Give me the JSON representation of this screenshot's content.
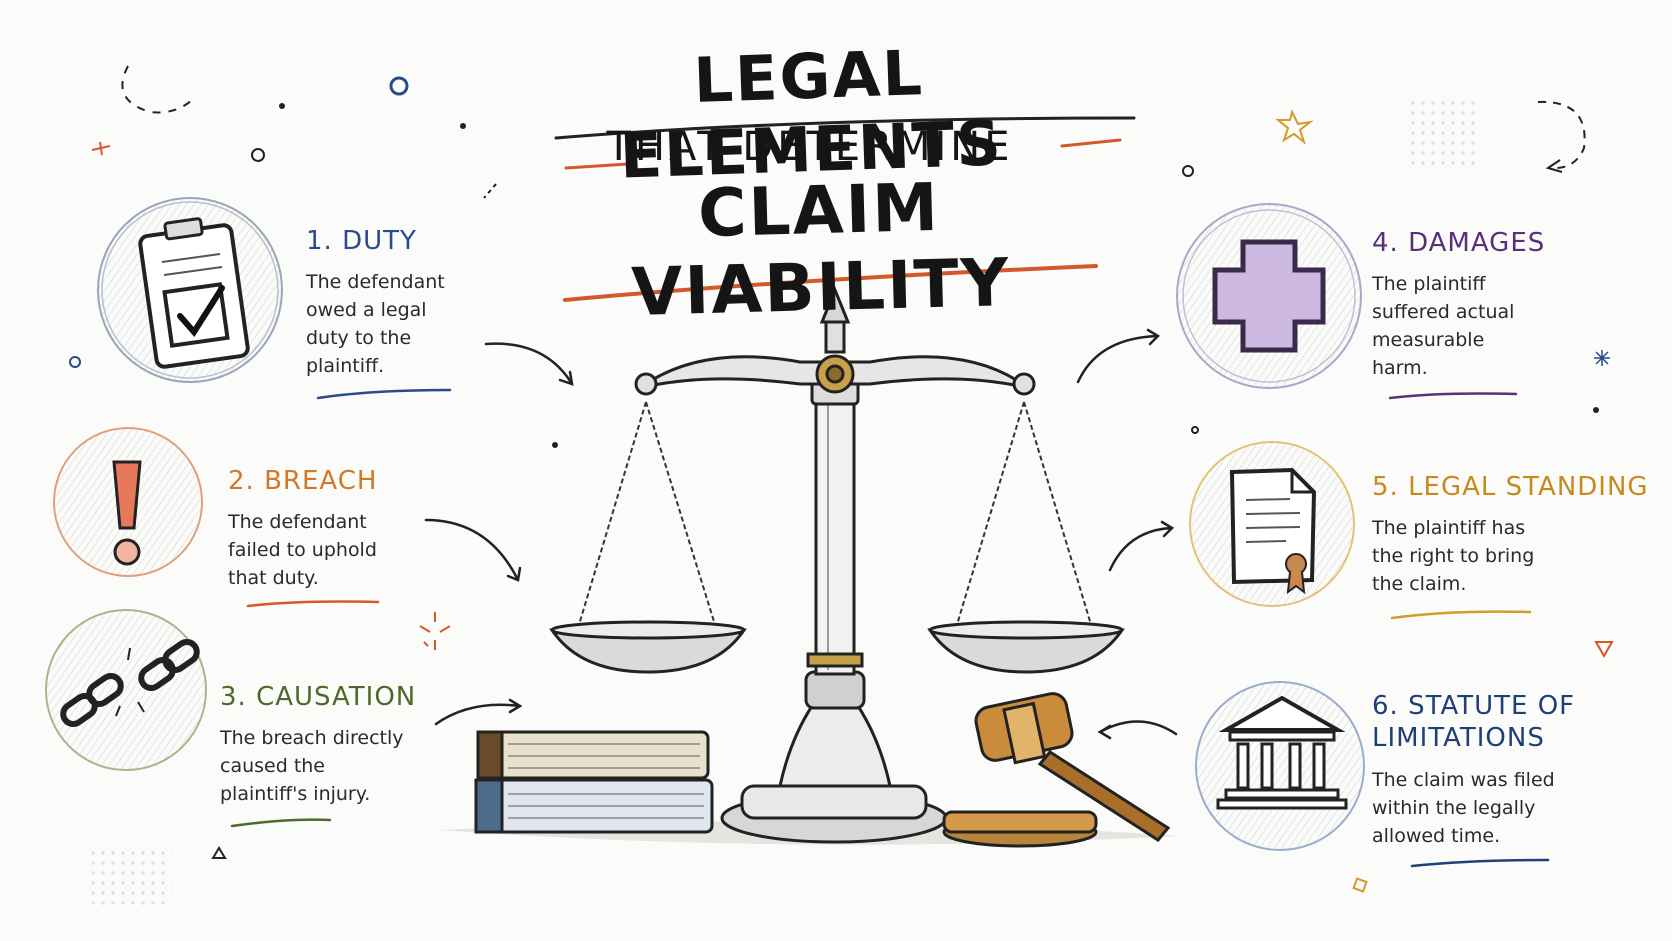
{
  "title": {
    "line1": "LEGAL ELEMENTS",
    "line2": "THAT DETERMINE",
    "line3": "CLAIM VIABILITY"
  },
  "elements": [
    {
      "title": "1. DUTY",
      "icon": "clipboard-check-icon",
      "color": "#2a4a8c",
      "desc": [
        "The defendant",
        "owed a legal",
        "duty to the",
        "plaintiff."
      ]
    },
    {
      "title": "2. BREACH",
      "icon": "exclamation-icon",
      "color": "#d07a28",
      "desc": [
        "The defendant",
        "failed to uphold",
        "that duty."
      ]
    },
    {
      "title": "3. CAUSATION",
      "icon": "broken-chain-icon",
      "color": "#4e6a2a",
      "desc": [
        "The breach directly",
        "caused the",
        "plaintiff's injury."
      ]
    },
    {
      "title": "4. DAMAGES",
      "icon": "medical-cross-icon",
      "color": "#5a2f7a",
      "desc": [
        "The plaintiff",
        "suffered actual",
        "measurable",
        "harm."
      ]
    },
    {
      "title": "5. LEGAL STANDING",
      "icon": "certificate-document-icon",
      "color": "#c88a1e",
      "desc": [
        "The plaintiff has",
        "the right to bring",
        "the claim."
      ]
    },
    {
      "title": "6. STATUTE OF LIMITATIONS",
      "icon": "courthouse-icon",
      "color": "#1f3f78",
      "desc": [
        "The claim was filed",
        "within the legally",
        "allowed time."
      ]
    }
  ],
  "accent_color": "#d4582a"
}
